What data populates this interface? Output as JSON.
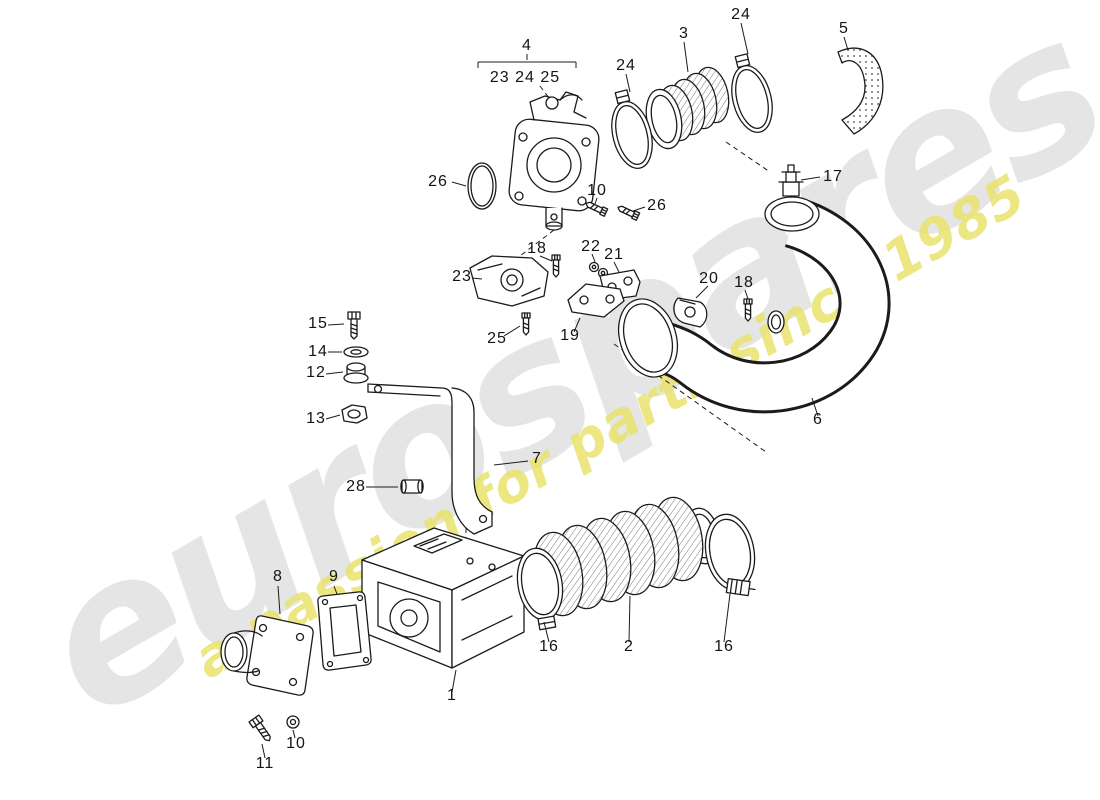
{
  "watermark": {
    "brand": "eurospares",
    "tagline": "a passion for parts since 1985",
    "brand_color": "#e5e5e5",
    "tagline_color": "#e9e36e"
  },
  "diagram": {
    "line_color": "#1b1b1b",
    "background_color": "#ffffff"
  },
  "callouts": [
    {
      "label": "4"
    },
    {
      "label": "23 24 25"
    },
    {
      "label": "24"
    },
    {
      "label": "3"
    },
    {
      "label": "5"
    },
    {
      "label": "24"
    },
    {
      "label": "26"
    },
    {
      "label": "10"
    },
    {
      "label": "26"
    },
    {
      "label": "17"
    },
    {
      "label": "18"
    },
    {
      "label": "22"
    },
    {
      "label": "21"
    },
    {
      "label": "23"
    },
    {
      "label": "20"
    },
    {
      "label": "18"
    },
    {
      "label": "15"
    },
    {
      "label": "25"
    },
    {
      "label": "19"
    },
    {
      "label": "14"
    },
    {
      "label": "12"
    },
    {
      "label": "6"
    },
    {
      "label": "13"
    },
    {
      "label": "7"
    },
    {
      "label": "28"
    },
    {
      "label": "8"
    },
    {
      "label": "9"
    },
    {
      "label": "1"
    },
    {
      "label": "16"
    },
    {
      "label": "2"
    },
    {
      "label": "16"
    },
    {
      "label": "11"
    },
    {
      "label": "10"
    }
  ]
}
